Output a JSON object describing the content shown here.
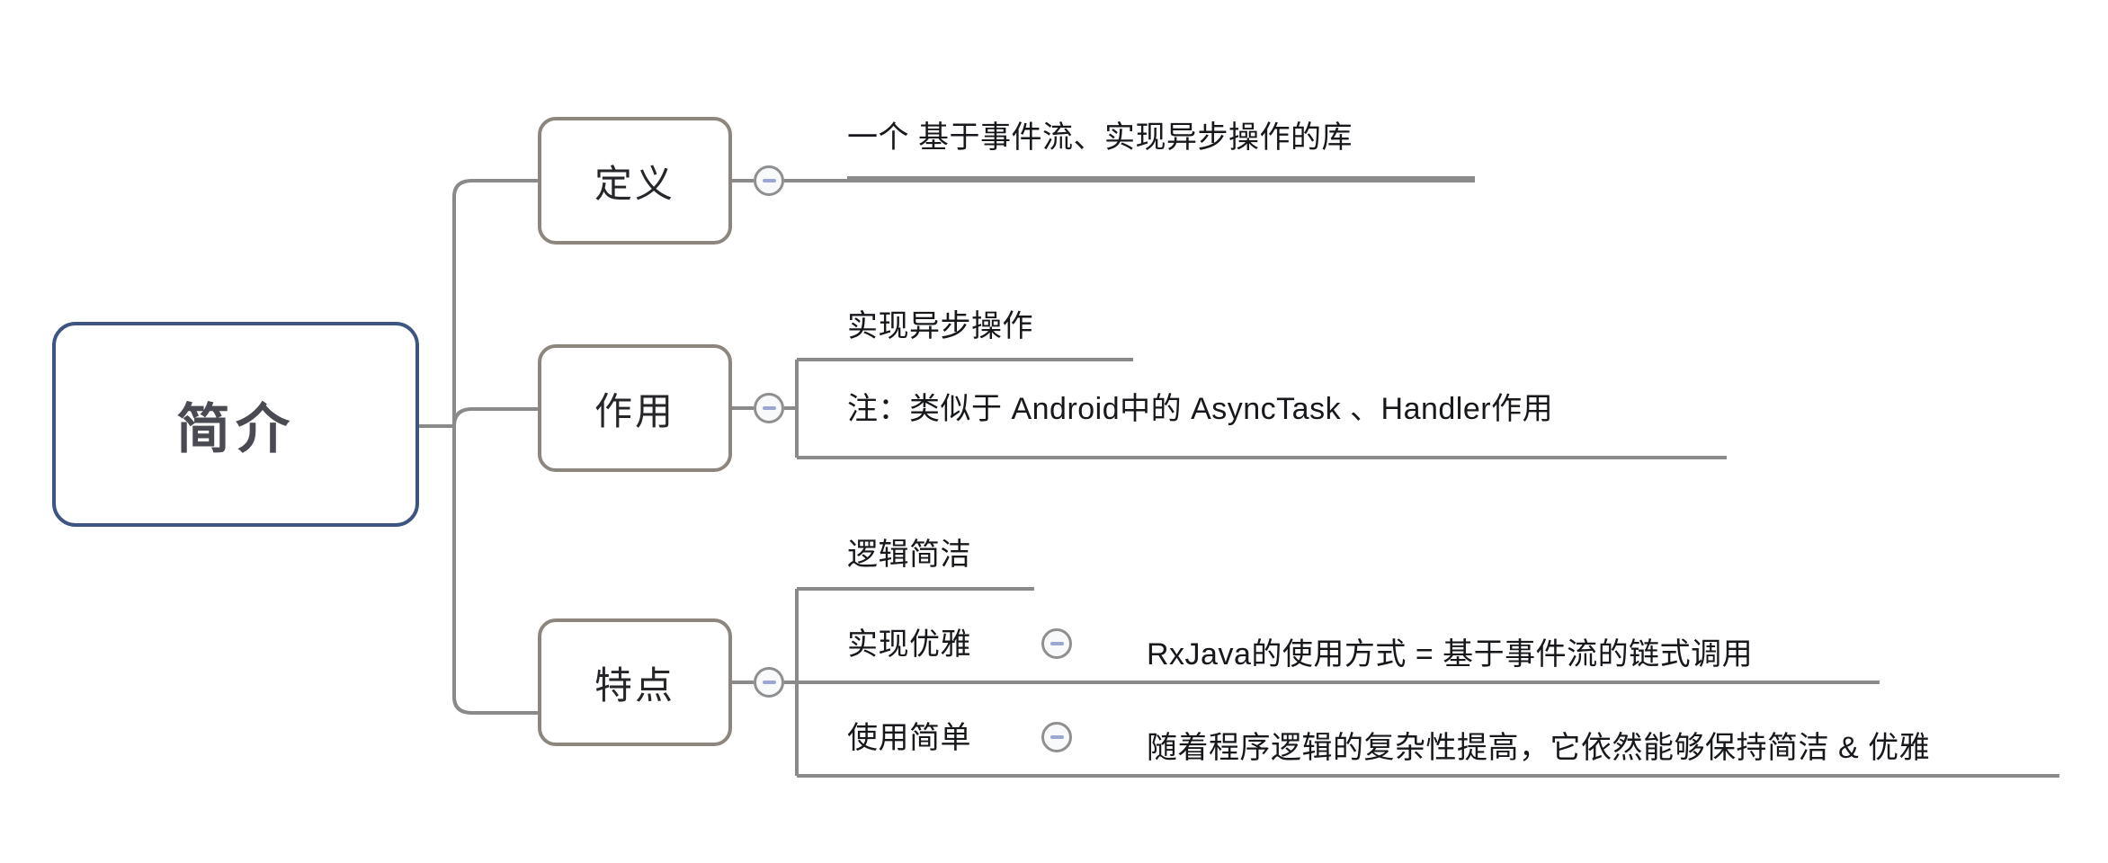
{
  "diagram": {
    "title": "简介",
    "type": "mindmap",
    "colors": {
      "root_border": "#3d5580",
      "branch_border": "#8c867e",
      "edge": "#8a8a8a",
      "underline": "#8a8a8a",
      "toggle_border": "#8f8f8f",
      "toggle_minus": "#9aa7d2",
      "root_text": "#4a4a52",
      "text": "#17181c",
      "background": "#ffffff"
    },
    "root": {
      "label": "简介",
      "toggle_icon": "collapse-minus-icon"
    },
    "branches": [
      {
        "id": "definition",
        "label": "定义",
        "toggle_icon": "collapse-minus-icon",
        "children": [
          {
            "text": "一个 基于事件流、实现异步操作的库",
            "toggle_icon": null,
            "detail": null
          }
        ]
      },
      {
        "id": "role",
        "label": "作用",
        "toggle_icon": "collapse-minus-icon",
        "children": [
          {
            "text": "实现异步操作",
            "toggle_icon": null,
            "detail": null
          },
          {
            "text": "注：类似于 Android中的 AsyncTask 、Handler作用",
            "toggle_icon": null,
            "detail": null
          }
        ]
      },
      {
        "id": "features",
        "label": "特点",
        "toggle_icon": "collapse-minus-icon",
        "children": [
          {
            "text": "逻辑简洁",
            "toggle_icon": null,
            "detail": null
          },
          {
            "text": "实现优雅",
            "toggle_icon": "collapse-minus-icon",
            "detail": "RxJava的使用方式 = 基于事件流的链式调用"
          },
          {
            "text": "使用简单",
            "toggle_icon": "collapse-minus-icon",
            "detail": "随着程序逻辑的复杂性提高，它依然能够保持简洁 & 优雅"
          }
        ]
      }
    ]
  }
}
